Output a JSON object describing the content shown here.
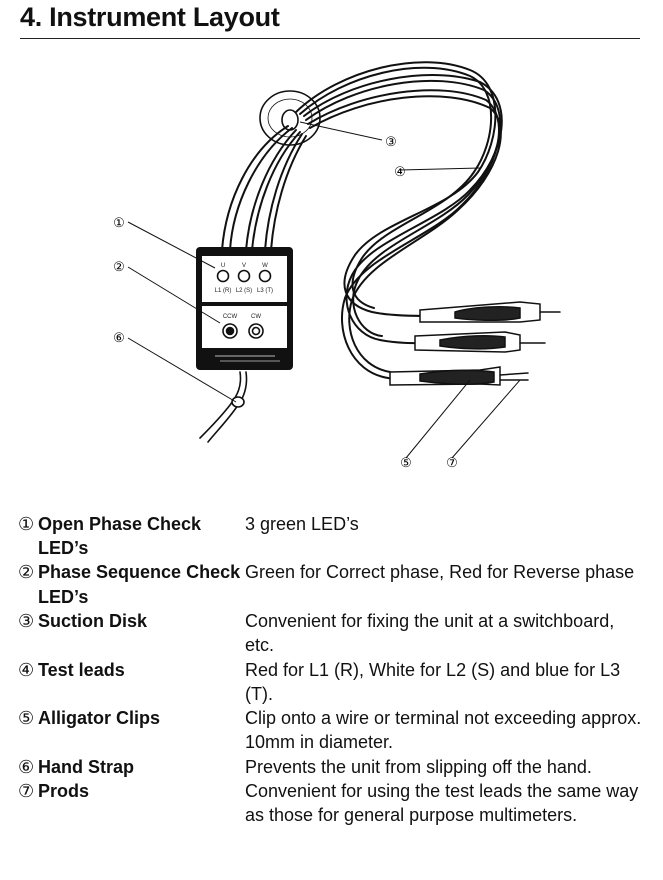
{
  "heading": "4.  Instrument Layout",
  "diagram": {
    "callouts": [
      "①",
      "②",
      "③",
      "④",
      "⑤",
      "⑥",
      "⑦"
    ],
    "panel": {
      "led_top_labels": [
        "U",
        "V",
        "W"
      ],
      "led_bottom_labels": [
        "L1 (R)",
        "L2 (S)",
        "L3 (T)"
      ],
      "rotation_labels": [
        "CCW",
        "CW"
      ]
    }
  },
  "parts": [
    {
      "num": "①",
      "name": "Open Phase Check LED’s",
      "desc": "3 green LED’s"
    },
    {
      "num": "②",
      "name": "Phase Sequence Check LED’s",
      "desc": "Green for Correct phase, Red for Reverse phase"
    },
    {
      "num": "③",
      "name": "Suction Disk",
      "desc": "Convenient for fixing the unit at a switchboard, etc."
    },
    {
      "num": "④",
      "name": "Test leads",
      "desc": "Red for L1 (R), White for L2 (S) and blue for L3 (T)."
    },
    {
      "num": "⑤",
      "name": "Alligator Clips",
      "desc": "Clip onto a wire or terminal not exceeding approx. 10mm in diameter."
    },
    {
      "num": "⑥",
      "name": "Hand Strap",
      "desc": "Prevents the unit from slipping off the hand."
    },
    {
      "num": "⑦",
      "name": "Prods",
      "desc": "Convenient for using the test leads the same way as those for general purpose multimeters."
    }
  ]
}
